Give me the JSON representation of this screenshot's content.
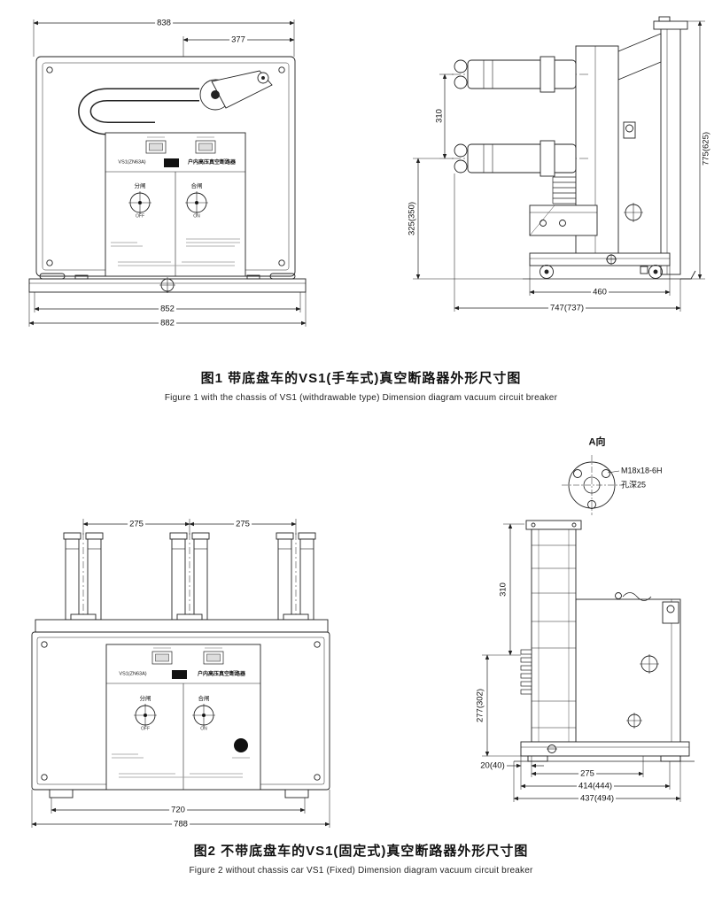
{
  "figure1": {
    "caption_zh": "图1 带底盘车的VS1(手车式)真空断路器外形尺寸图",
    "caption_en": "Figure 1 with the chassis of VS1 (withdrawable type) Dimension diagram vacuum circuit breaker",
    "front": {
      "dim_overall_width": "838",
      "dim_offset": "377",
      "dim_rail_width": "852",
      "dim_base_width": "882"
    },
    "side": {
      "dim_pole_pitch": "310",
      "dim_lower_height": "325(350)",
      "dim_overall_height": "775(625)",
      "dim_base_depth": "460",
      "dim_overall_depth": "747(737)"
    }
  },
  "figure2": {
    "caption_zh": "图2 不带底盘车的VS1(固定式)真空断路器外形尺寸图",
    "caption_en": "Figure 2 without chassis car VS1 (Fixed) Dimension diagram vacuum circuit breaker",
    "front": {
      "dim_pole_pitch_left": "275",
      "dim_pole_pitch_right": "275",
      "dim_inner_width": "720",
      "dim_overall_width": "788"
    },
    "side": {
      "dim_upper_height": "310",
      "dim_lower_height": "277(302)",
      "dim_offset": "20(40)",
      "dim_base_width": "275",
      "dim_mid_depth": "414(444)",
      "dim_overall_depth": "437(494)"
    },
    "detail_a": {
      "label": "A向",
      "thread_spec": "M18x18-6H",
      "hole_depth": "孔深25"
    }
  },
  "panel": {
    "model": "VS1(ZN63A)",
    "title": "户内高压真空断路器",
    "off_label": "分闸",
    "off_sub": "OFF",
    "on_label": "合闸",
    "on_sub": "ON"
  }
}
